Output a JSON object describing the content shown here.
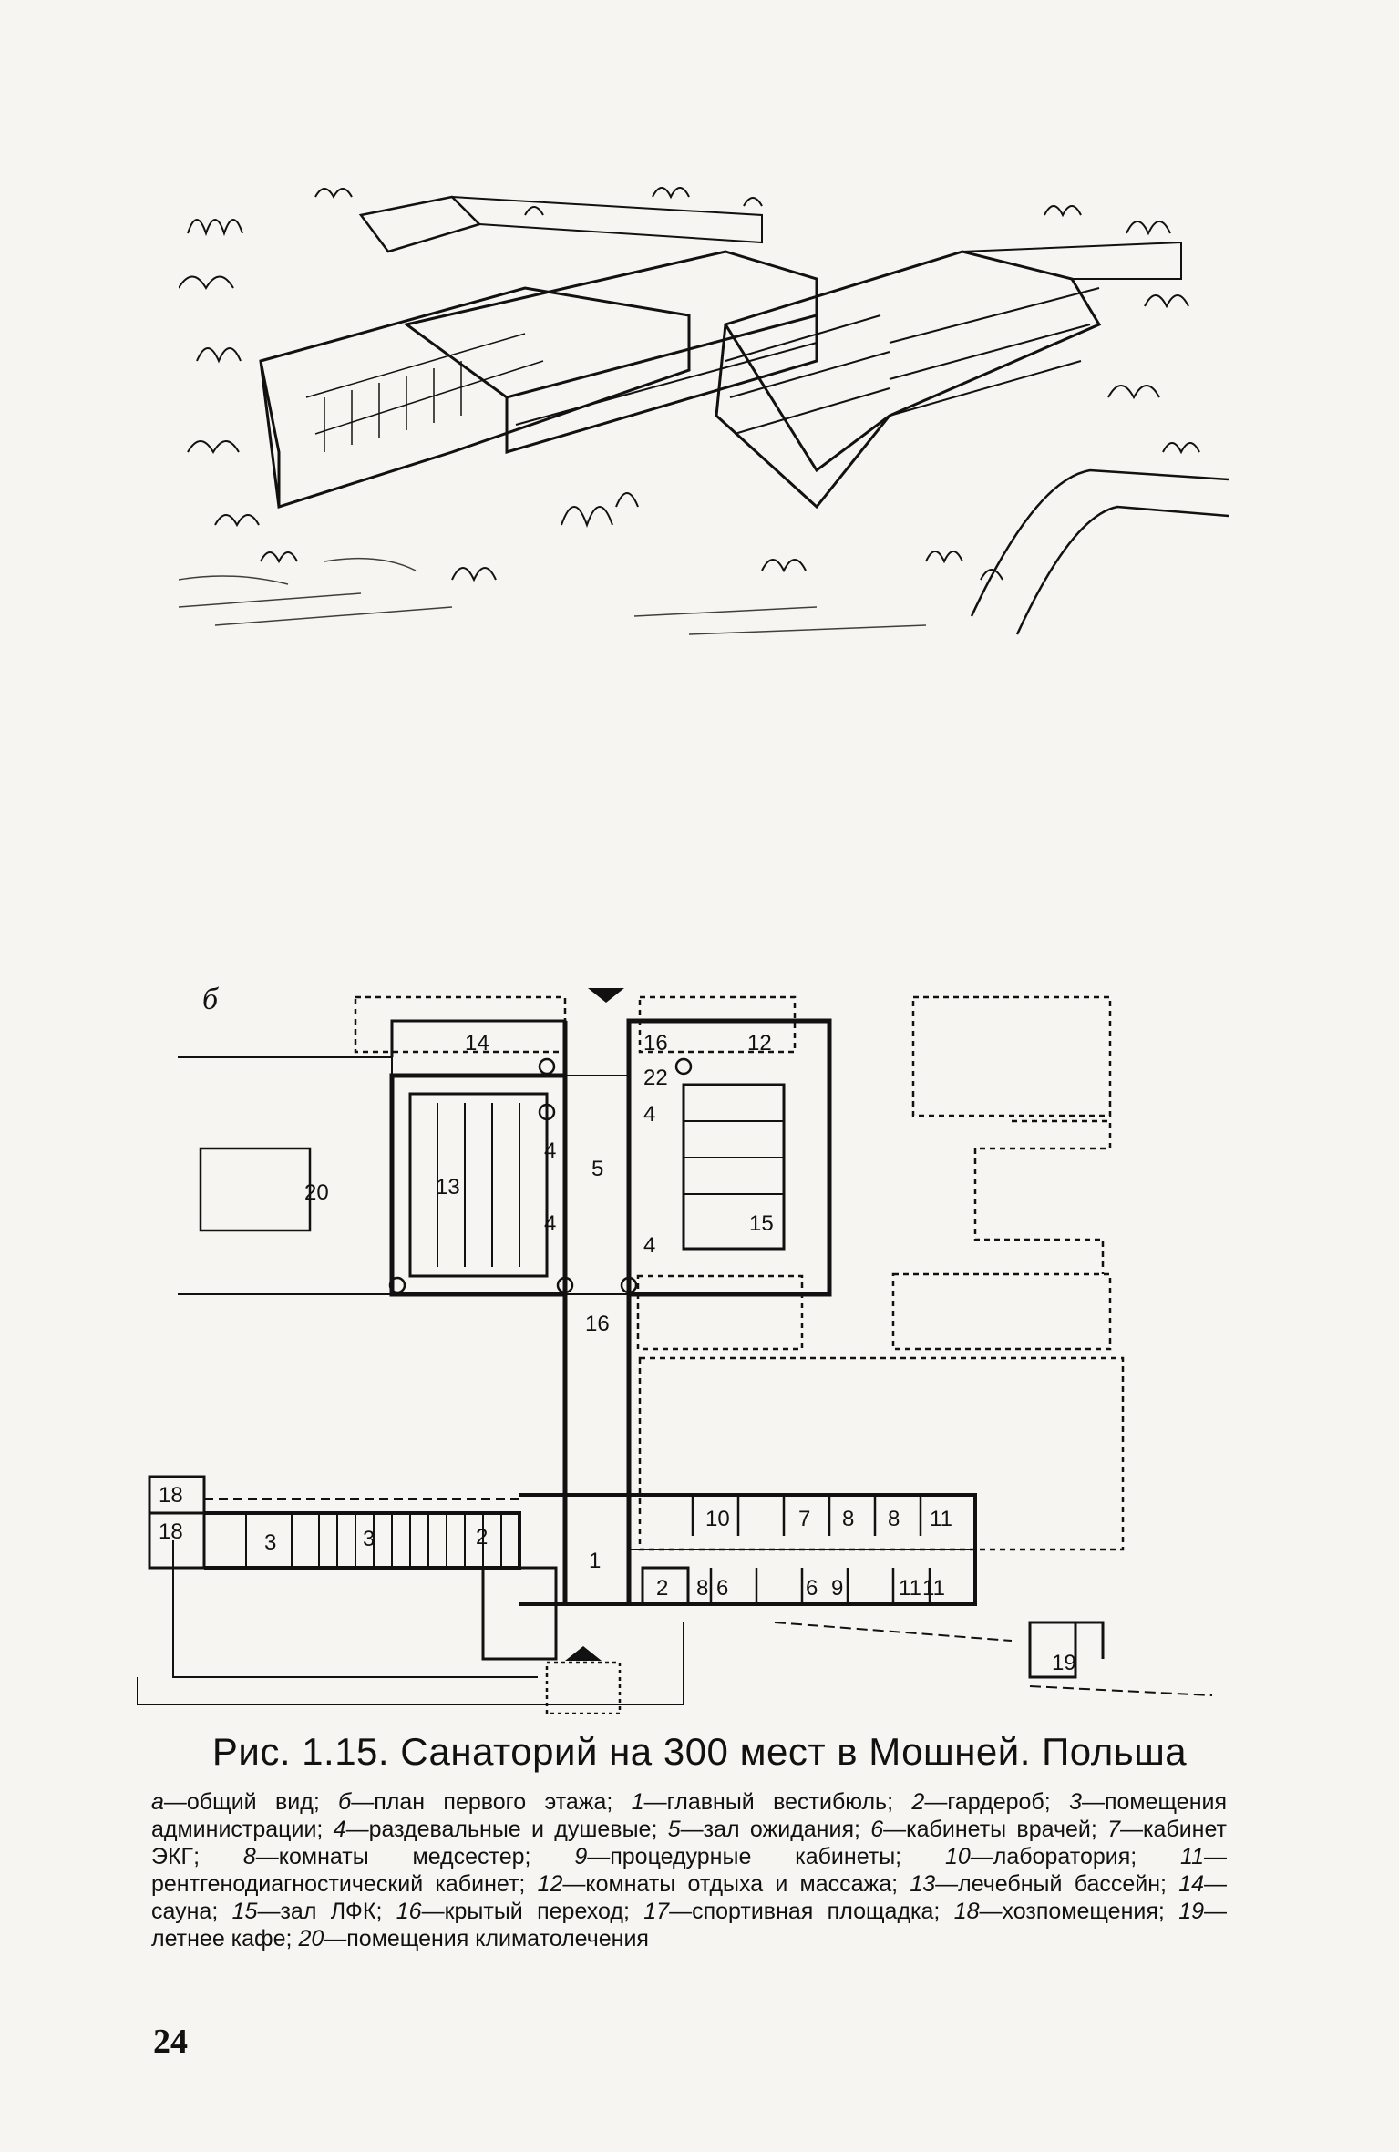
{
  "figure": {
    "plan_label": "б",
    "title": "Рис. 1.15. Санаторий на 300 мест в Мошней. Польша",
    "legend": [
      {
        "key": "а",
        "text": "—общий вид; "
      },
      {
        "key": "б",
        "text": "—план первого этажа; "
      },
      {
        "key": "1",
        "text": "—главный вестибюль; "
      },
      {
        "key": "2",
        "text": "—гардероб; "
      },
      {
        "key": "3",
        "text": "—помещения администрации; "
      },
      {
        "key": "4",
        "text": "—раздевальные и душевые; "
      },
      {
        "key": "5",
        "text": "—зал ожидания; "
      },
      {
        "key": "6",
        "text": "—кабинеты врачей; "
      },
      {
        "key": "7",
        "text": "—кабинет ЭКГ; "
      },
      {
        "key": "8",
        "text": "—комнаты медсестер; "
      },
      {
        "key": "9",
        "text": "—процедурные кабинеты; "
      },
      {
        "key": "10",
        "text": "—лаборатория; "
      },
      {
        "key": "11",
        "text": "—рентгенодиагностический кабинет; "
      },
      {
        "key": "12",
        "text": "—комнаты отдыха и массажа; "
      },
      {
        "key": "13",
        "text": "—лечебный бассейн; "
      },
      {
        "key": "14",
        "text": "—сауна; "
      },
      {
        "key": "15",
        "text": "—зал ЛФК; "
      },
      {
        "key": "16",
        "text": "—крытый переход; "
      },
      {
        "key": "17",
        "text": "—спортивная площадка; "
      },
      {
        "key": "18",
        "text": "—хозпомещения; "
      },
      {
        "key": "19",
        "text": "—летнее кафе; "
      },
      {
        "key": "20",
        "text": "—помещения климатолечения"
      }
    ]
  },
  "plan_labels": {
    "n14": "14",
    "n16a": "16",
    "n22": "22",
    "n12": "12",
    "n13": "13",
    "n20": "20",
    "n4a": "4",
    "n4b": "4",
    "n4c": "4",
    "n4d": "4",
    "n5": "5",
    "n15": "15",
    "n16b": "16",
    "n18a": "18",
    "n18b": "18",
    "n3a": "3",
    "n3b": "3",
    "n2a": "2",
    "n1": "1",
    "n10": "10",
    "n7": "7",
    "n8a": "8",
    "n8b": "8",
    "n11a": "11",
    "n2b": "2",
    "n8c": "8",
    "n6a": "6",
    "n6b": "6",
    "n9": "9",
    "n11b": "11",
    "n11c": "11",
    "n19": "19"
  },
  "page_number": "24"
}
